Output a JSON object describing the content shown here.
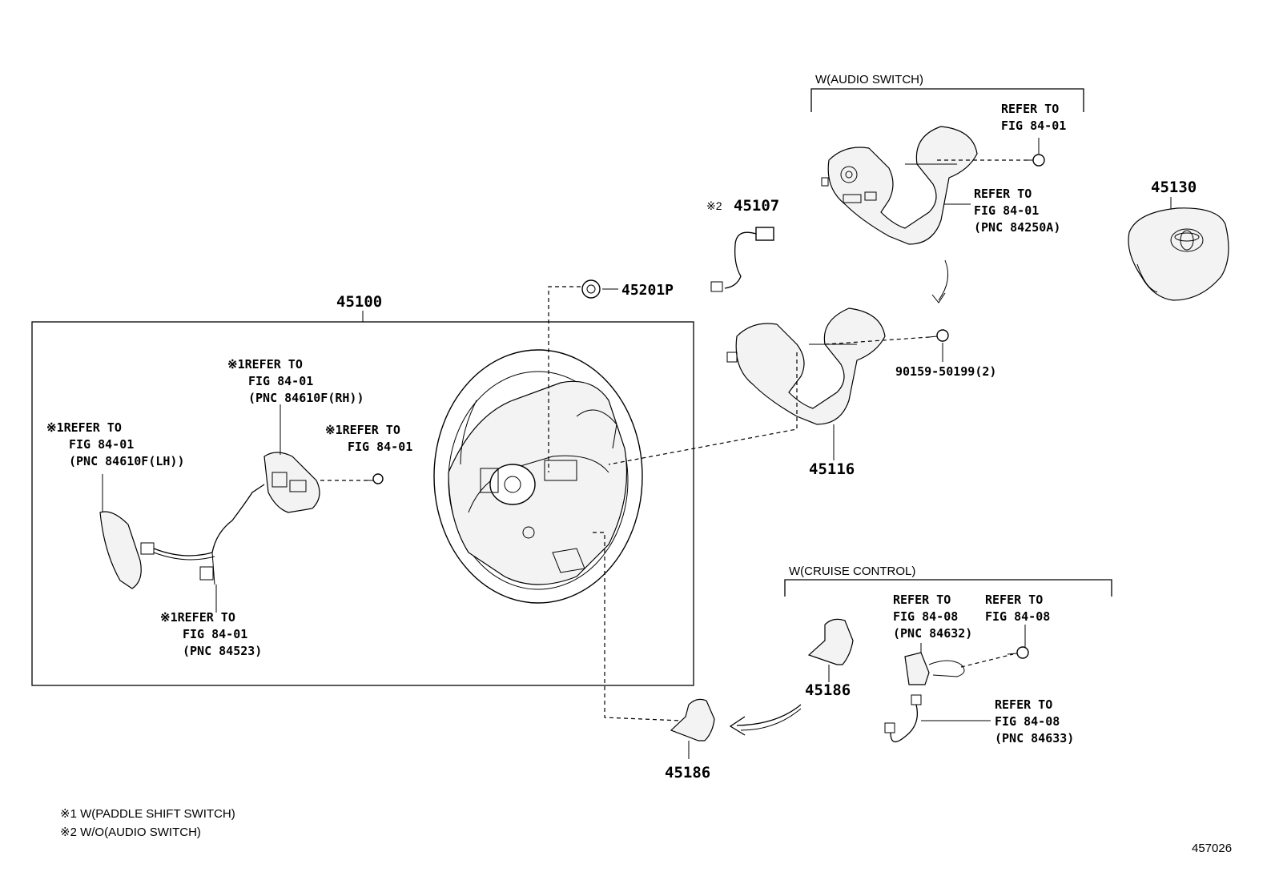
{
  "parts": {
    "p45100": "45100",
    "p45107": "45107",
    "p45107_mark": "※2",
    "p45201p": "45201P",
    "p45116": "45116",
    "p45130": "45130",
    "p45186_a": "45186",
    "p45186_b": "45186",
    "bolt_90159": "90159-50199(2)"
  },
  "groups": {
    "audio_switch": "W(AUDIO SWITCH)",
    "cruise_control": "W(CRUISE CONTROL)"
  },
  "refs": {
    "paddle_rh": [
      "※1REFER TO",
      "FIG 84-01",
      "(PNC 84610F(RH))"
    ],
    "paddle_lh": [
      "※1REFER TO",
      "FIG 84-01",
      "(PNC 84610F(LH))"
    ],
    "paddle_screw": [
      "※1REFER TO",
      "FIG 84-01"
    ],
    "paddle_wire": [
      "※1REFER TO",
      "FIG 84-01",
      "(PNC 84523)"
    ],
    "audio_screw": [
      "REFER TO",
      "FIG 84-01"
    ],
    "audio_switch": [
      "REFER TO",
      "FIG 84-01",
      "(PNC 84250A)"
    ],
    "cruise_switch": [
      "REFER TO",
      "FIG 84-08",
      "(PNC 84632)"
    ],
    "cruise_screw": [
      "REFER TO",
      "FIG 84-08"
    ],
    "cruise_wire": [
      "REFER TO",
      "FIG 84-08",
      "(PNC 84633)"
    ]
  },
  "notes": [
    "※1 W(PADDLE SHIFT SWITCH)",
    "※2 W/O(AUDIO SWITCH)"
  ],
  "figure_number": "457026"
}
